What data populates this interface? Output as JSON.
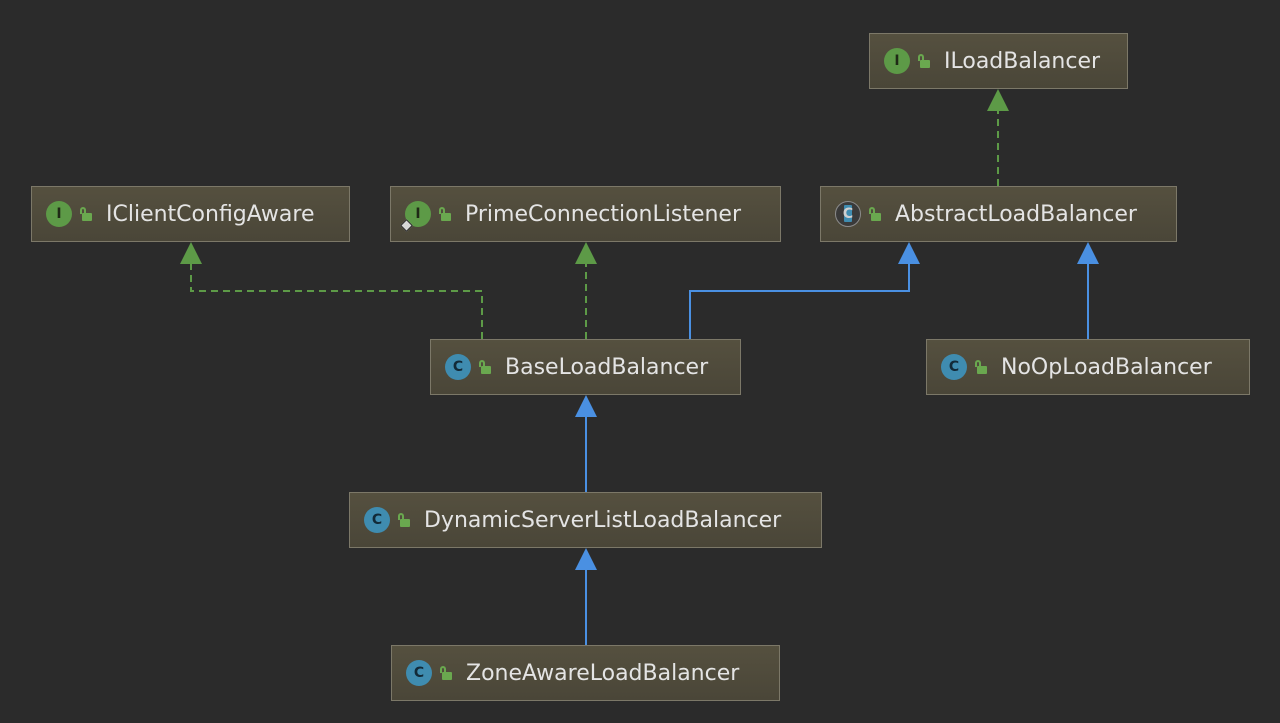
{
  "diagram": {
    "nodes": {
      "iloadbalancer": {
        "kind": "interface",
        "badge": "I",
        "label": "ILoadBalancer"
      },
      "iclientconfigaware": {
        "kind": "interface",
        "badge": "I",
        "label": "IClientConfigAware"
      },
      "primeconnectionlistener": {
        "kind": "interface",
        "badge": "I",
        "label": "PrimeConnectionListener"
      },
      "abstractloadbalancer": {
        "kind": "abstract-class",
        "badge": "C",
        "label": "AbstractLoadBalancer"
      },
      "baseloadbalancer": {
        "kind": "class",
        "badge": "C",
        "label": "BaseLoadBalancer"
      },
      "noploadbalancer": {
        "kind": "class",
        "badge": "C",
        "label": "NoOpLoadBalancer"
      },
      "dynamicserverlistloadbalancer": {
        "kind": "class",
        "badge": "C",
        "label": "DynamicServerListLoadBalancer"
      },
      "zoneawareloadbalancer": {
        "kind": "class",
        "badge": "C",
        "label": "ZoneAwareLoadBalancer"
      }
    },
    "edges": [
      {
        "from": "abstractloadbalancer",
        "to": "iloadbalancer",
        "relation": "implements"
      },
      {
        "from": "baseloadbalancer",
        "to": "iclientconfigaware",
        "relation": "implements"
      },
      {
        "from": "baseloadbalancer",
        "to": "primeconnectionlistener",
        "relation": "implements"
      },
      {
        "from": "baseloadbalancer",
        "to": "abstractloadbalancer",
        "relation": "extends"
      },
      {
        "from": "noploadbalancer",
        "to": "abstractloadbalancer",
        "relation": "extends"
      },
      {
        "from": "dynamicserverlistloadbalancer",
        "to": "baseloadbalancer",
        "relation": "extends"
      },
      {
        "from": "zoneawareloadbalancer",
        "to": "dynamicserverlistloadbalancer",
        "relation": "extends"
      }
    ],
    "colors": {
      "background": "#2b2b2b",
      "node_fill": "#4d4939",
      "node_border": "#7c7868",
      "text": "#e4e4e4",
      "implements_edge": "#5d9a47",
      "extends_edge": "#4a90e2",
      "interface_badge": "#5d9a47",
      "class_badge": "#3f8cb0",
      "access_icon": "#6aa84f"
    },
    "icons": {
      "interface": "interface-icon",
      "class": "class-icon",
      "abstract_class": "abstract-class-icon",
      "access": "unlocked-public-icon"
    }
  }
}
